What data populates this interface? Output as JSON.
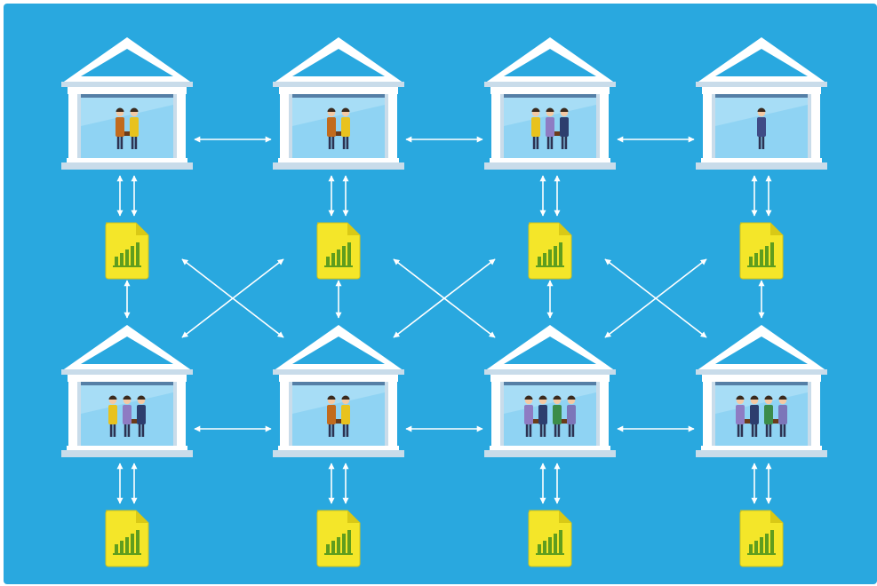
{
  "diagram": {
    "background_color": "#29a8df",
    "connector_color": "#ffffff",
    "building_color": "#ffffff",
    "building_shadow_color": "#c9dcea",
    "window_color": "#8fd3f3",
    "document_color": "#f4e629",
    "chart_bar_color": "#5f9d1e",
    "nodes": [
      {
        "name": "bank-node-1",
        "people": 2,
        "icon": "bank-building-icon"
      },
      {
        "name": "bank-node-2",
        "people": 2,
        "icon": "bank-building-icon"
      },
      {
        "name": "bank-node-3",
        "people": 3,
        "icon": "bank-building-icon"
      },
      {
        "name": "bank-node-4",
        "people": 1,
        "icon": "bank-building-icon"
      },
      {
        "name": "bank-node-5",
        "people": 3,
        "icon": "bank-building-icon"
      },
      {
        "name": "bank-node-6",
        "people": 2,
        "icon": "bank-building-icon"
      },
      {
        "name": "bank-node-7",
        "people": 4,
        "icon": "bank-building-icon"
      },
      {
        "name": "bank-node-8",
        "people": 4,
        "icon": "bank-building-icon"
      }
    ],
    "ledger_icon": "ledger-document-chart-icon"
  }
}
